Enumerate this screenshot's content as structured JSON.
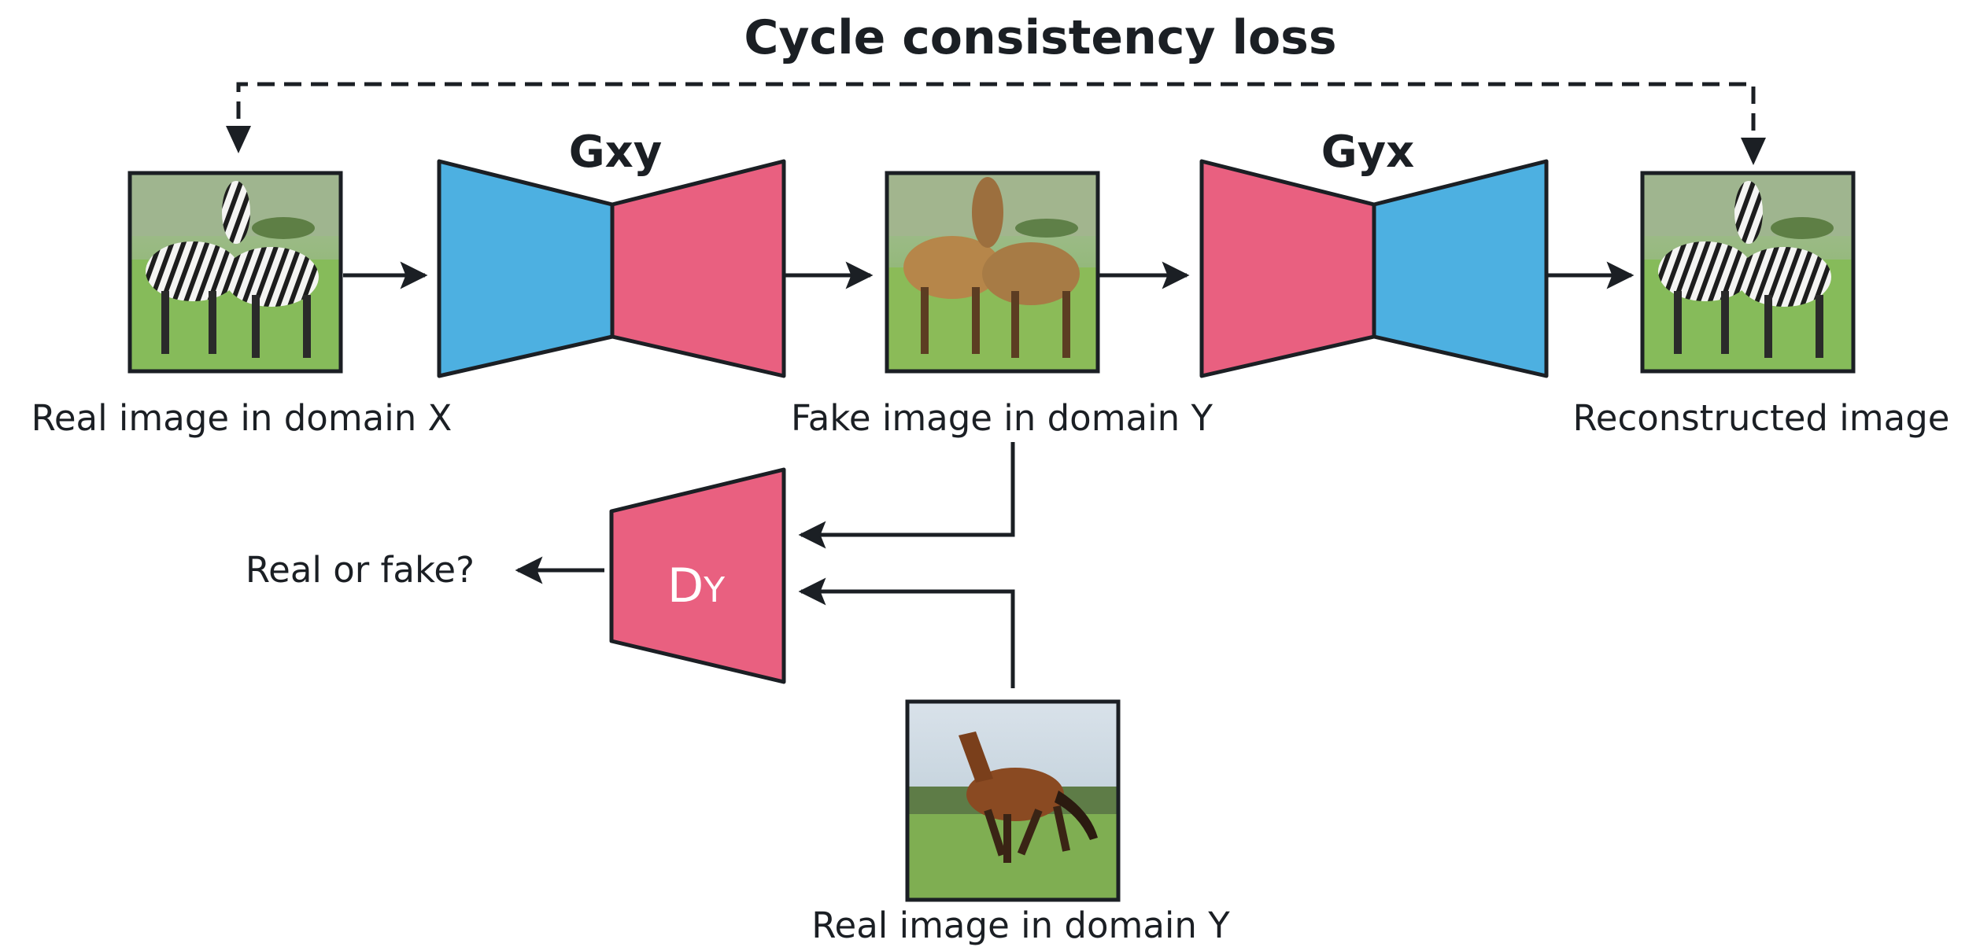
{
  "title": "Cycle consistency loss",
  "generators": {
    "gxy": {
      "label": "Gxy"
    },
    "gyx": {
      "label": "Gyx"
    }
  },
  "discriminator": {
    "label_main": "D",
    "label_sub": "Y"
  },
  "captions": {
    "real_x": "Real image in domain X",
    "fake_y": "Fake image in domain Y",
    "reconstructed": "Reconstructed image",
    "real_or_fake": "Real or fake?",
    "real_y": "Real image in domain Y"
  },
  "images": {
    "real_x": "two zebras on grass",
    "fake_y": "two horses on grass",
    "reconstructed": "two zebras on grass",
    "real_y": "brown horse galloping on grass"
  },
  "colors": {
    "encoder_blue": "#4db0e1",
    "decoder_pink": "#e96080",
    "stroke": "#1b1f24"
  }
}
